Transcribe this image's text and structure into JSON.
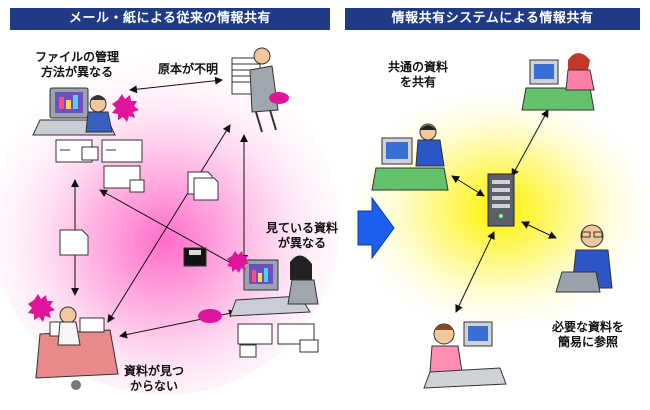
{
  "left_panel": {
    "title": "メール・紙による従来の情報共有",
    "labels": {
      "format_line1": "ファイルの管理",
      "format_line2": "方法が異なる",
      "original": "原本が不明",
      "viewing_line1": "見ている資料",
      "viewing_line2": "が異なる",
      "missing_line1": "資料が見つ",
      "missing_line2": "からない"
    }
  },
  "right_panel": {
    "title": "情報共有システムによる情報共有",
    "labels": {
      "shared_line1": "共通の資料",
      "shared_line2": "を共有",
      "easy_line1": "必要な資料を",
      "easy_line2": "簡易に参照"
    }
  },
  "colors": {
    "title_bg": "#1f3b86",
    "title_text": "#ffffff",
    "left_glow": "#ff8ad0",
    "right_glow": "#fff200",
    "burst": "#e0149a",
    "center_arrow": "#1e5ff0"
  }
}
